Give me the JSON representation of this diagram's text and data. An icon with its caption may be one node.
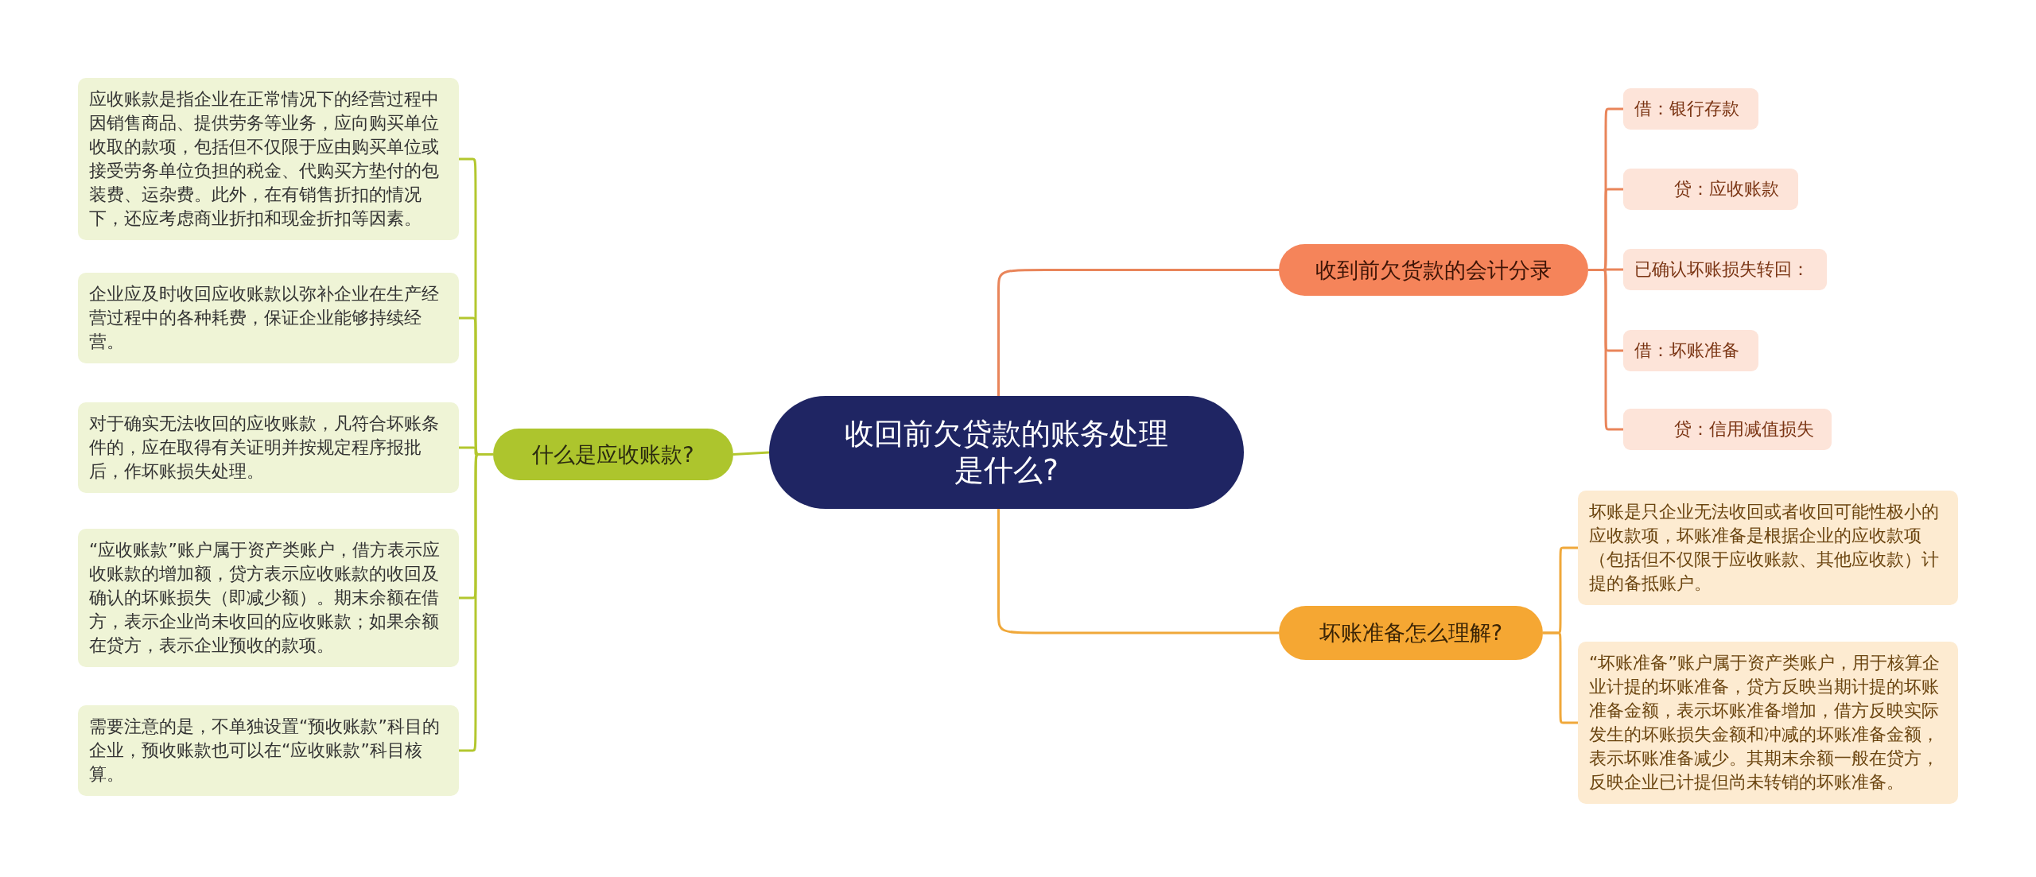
{
  "diagram": {
    "nodes": [
      {
        "text": [
          "收回前欠贷款的账务处理是什么?"
        ]
      },
      {
        "text": [
          "什么是应收账款?"
        ]
      },
      {
        "text": [
          "应收账款是指企业在正常情况下的经营过程中因销售商品、提供劳务等业务，应向购买单位收取的款项，包括但不仅限于应由购买单位或接受劳务单位负担的税金、代购买方垫付的包装费、运杂费。此外，在有销售折扣的情况下，还应考虑商业折扣和现金折扣等因素。"
        ]
      },
      {
        "text": [
          "企业应及时收回应收账款以弥补企业在生产经营过程中的各种耗费，保证企业能够持续经营。"
        ]
      },
      {
        "text": [
          "对于确实无法收回的应收账款，凡符合坏账条件的，应在取得有关证明并按规定程序报批后，作坏账损失处理。"
        ]
      },
      {
        "text": [
          "“应收账款”账户属于资产类账户，借方表示应收账款的增加额，贷方表示应收账款的收回及确认的坏账损失（即减少额）。期末余额在借方，表示企业尚未收回的应收账款；如果余额在贷方，表示企业预收的款项。"
        ]
      },
      {
        "text": [
          "需要注意的是，不单独设置“预收账款”科目的企业，预收账款也可以在“应收账款”科目核算。"
        ]
      },
      {
        "text": [
          "收到前欠货款的会计分录"
        ]
      },
      {
        "text": [
          "借：银行存款"
        ]
      },
      {
        "text": [
          "贷：应收账款"
        ]
      },
      {
        "text": [
          "已确认坏账损失转回："
        ]
      },
      {
        "text": [
          "借：坏账准备"
        ]
      },
      {
        "text": [
          "贷：信用减值损失"
        ]
      },
      {
        "text": [
          "坏账准备怎么理解?"
        ]
      },
      {
        "text": [
          "坏账是只企业无法收回或者收回可能性极小的应收款项，坏账准备是根据企业的应收款项（包括但不仅限于应收账款、其他应收款）计提的备抵账户。"
        ]
      },
      {
        "text": [
          "“坏账准备”账户属于资产类账户，用于核算企业计提的坏账准备，贷方反映当期计提的坏账准备金额，表示坏账准备增加，借方反映实际发生的坏账损失金额和冲减的坏账准备金额，表示坏账准备减少。其期末余额一般在贷方，反映企业已计提但尚未转销的坏账准备。"
        ]
      }
    ],
    "edges": [
      {
        "from": 0,
        "to": 1,
        "arrow": "none",
        "color": "#b3c72f"
      },
      {
        "from": 1,
        "to": 2,
        "arrow": "none",
        "color": "#b3c72f"
      },
      {
        "from": 1,
        "to": 3,
        "arrow": "none",
        "color": "#b3c72f"
      },
      {
        "from": 1,
        "to": 4,
        "arrow": "none",
        "color": "#b3c72f"
      },
      {
        "from": 1,
        "to": 5,
        "arrow": "none",
        "color": "#b3c72f"
      },
      {
        "from": 1,
        "to": 6,
        "arrow": "none",
        "color": "#b3c72f"
      },
      {
        "from": 0,
        "to": 7,
        "arrow": "none",
        "color": "#e9855a"
      },
      {
        "from": 7,
        "to": 8,
        "arrow": "none",
        "color": "#e9855a"
      },
      {
        "from": 7,
        "to": 9,
        "arrow": "none",
        "color": "#e9855a"
      },
      {
        "from": 7,
        "to": 10,
        "arrow": "none",
        "color": "#e9855a"
      },
      {
        "from": 7,
        "to": 11,
        "arrow": "none",
        "color": "#e9855a"
      },
      {
        "from": 7,
        "to": 12,
        "arrow": "none",
        "color": "#e9855a"
      },
      {
        "from": 0,
        "to": 13,
        "arrow": "none",
        "color": "#f0a83a"
      },
      {
        "from": 13,
        "to": 14,
        "arrow": "none",
        "color": "#f0a83a"
      },
      {
        "from": 13,
        "to": 15,
        "arrow": "none",
        "color": "#f0a83a"
      }
    ]
  }
}
